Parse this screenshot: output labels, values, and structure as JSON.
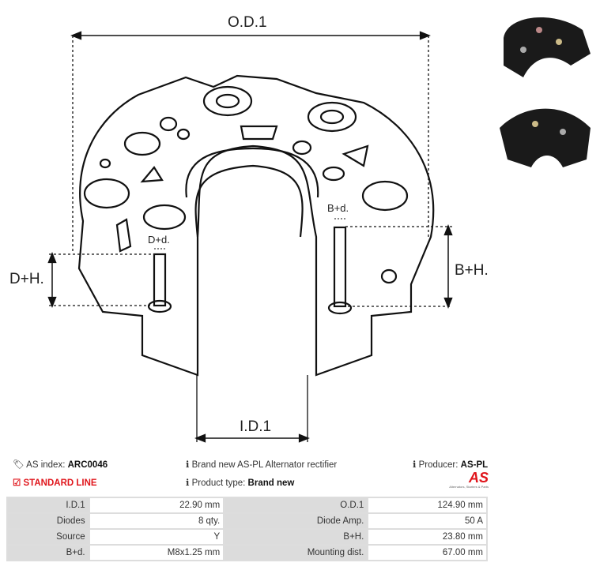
{
  "diagram": {
    "od_label": "O.D.1",
    "id_label": "I.D.1",
    "dh_label": "D+H.",
    "dd_label": "D+d.",
    "bh_label": "B+H.",
    "bd_label": "B+d."
  },
  "info": {
    "as_index_label": "AS index:",
    "as_index_value": "ARC0046",
    "standard_line": "STANDARD LINE",
    "description": "Brand new AS-PL Alternator rectifier",
    "product_type_label": "Product type:",
    "product_type_value": "Brand new",
    "producer_label": "Producer:",
    "producer_value": "AS-PL",
    "logo_text": "AS",
    "logo_tagline": "Alternators, Starters & Parts"
  },
  "colors": {
    "accent": "#e0151b"
  },
  "specs": [
    {
      "l1": "I.D.1",
      "v1": "22.90 mm",
      "l2": "O.D.1",
      "v2": "124.90 mm"
    },
    {
      "l1": "Diodes",
      "v1": "8 qty.",
      "l2": "Diode Amp.",
      "v2": "50 A"
    },
    {
      "l1": "Source",
      "v1": "Y",
      "l2": "B+H.",
      "v2": "23.80 mm"
    },
    {
      "l1": "B+d.",
      "v1": "M8x1.25 mm",
      "l2": "Mounting dist.",
      "v2": "67.00 mm"
    }
  ]
}
